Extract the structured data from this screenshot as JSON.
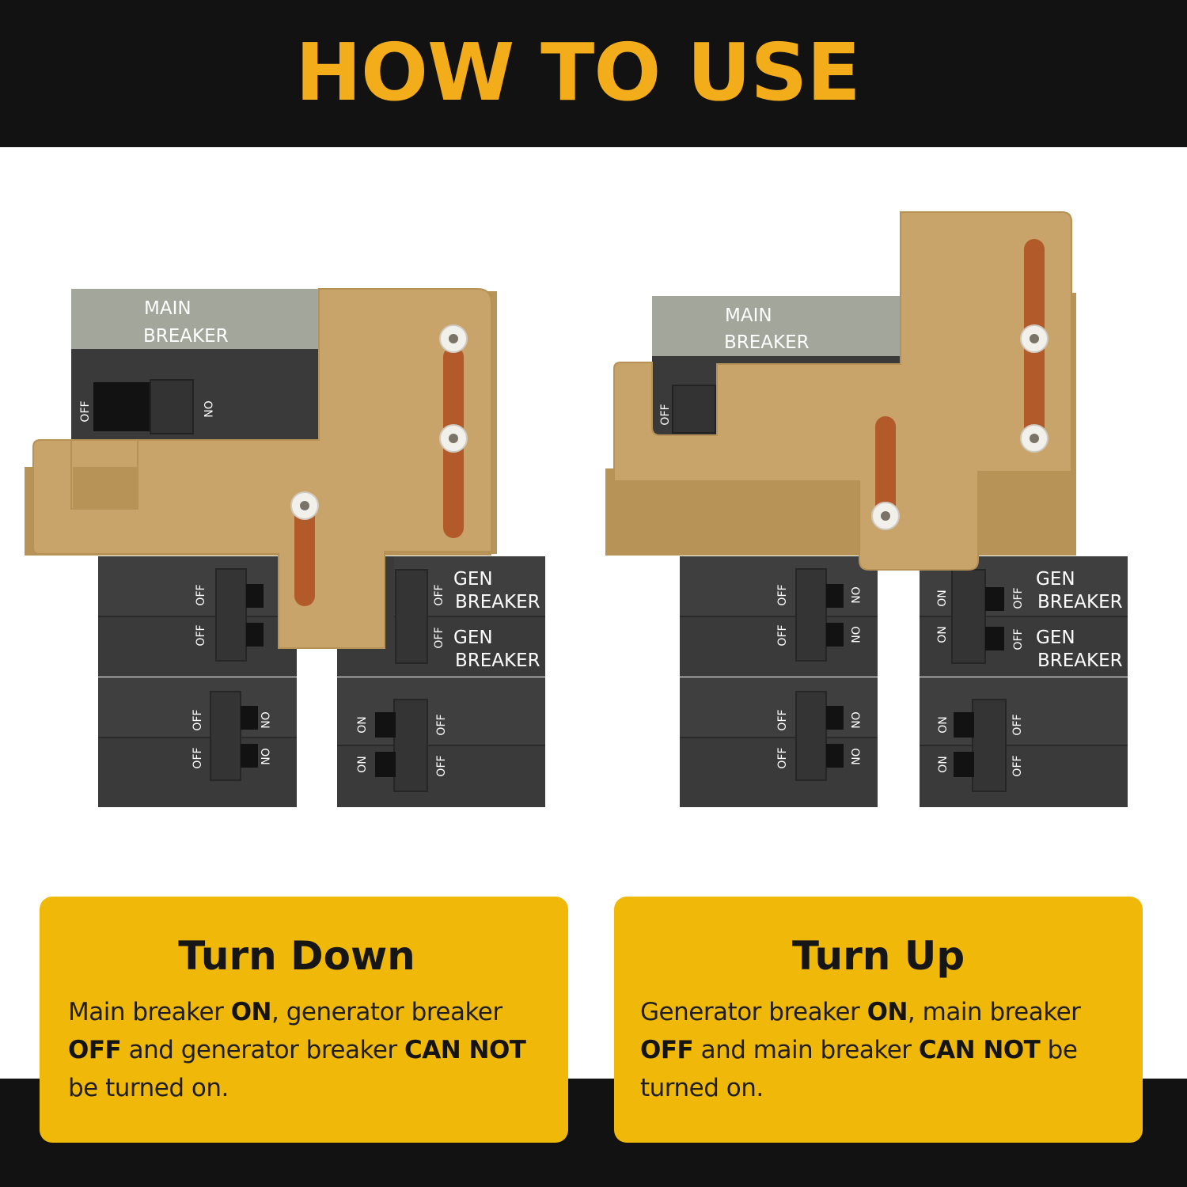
{
  "header": {
    "title": "HOW TO USE"
  },
  "diagram": {
    "main_label": [
      "MAIN",
      "BREAKER"
    ],
    "gen_label": [
      "GEN",
      "BREAKER"
    ],
    "off": "OFF",
    "on": "ON"
  },
  "cards": {
    "turn_down": {
      "title": "Turn Down",
      "t1": "Main breaker ",
      "b1": "ON",
      "t2": ", generator breaker ",
      "b2": "OFF",
      "t3": " and generator breaker ",
      "b3": "CAN NOT",
      "t4": " be turned on."
    },
    "turn_up": {
      "title": "Turn Up",
      "t1": "Generator breaker ",
      "b1": "ON",
      "t2": ", main breaker ",
      "b2": "OFF",
      "t3": " and main breaker ",
      "b3": "CAN NOT",
      "t4": " be turned on."
    }
  },
  "colors": {
    "band": "#121212",
    "accent": "#f3ad1b",
    "card": "#f0b909",
    "plate": "#c8a36a",
    "slot": "#b35a2b",
    "breaker": "#3a3a3a",
    "label_panel": "#a3a69b"
  }
}
